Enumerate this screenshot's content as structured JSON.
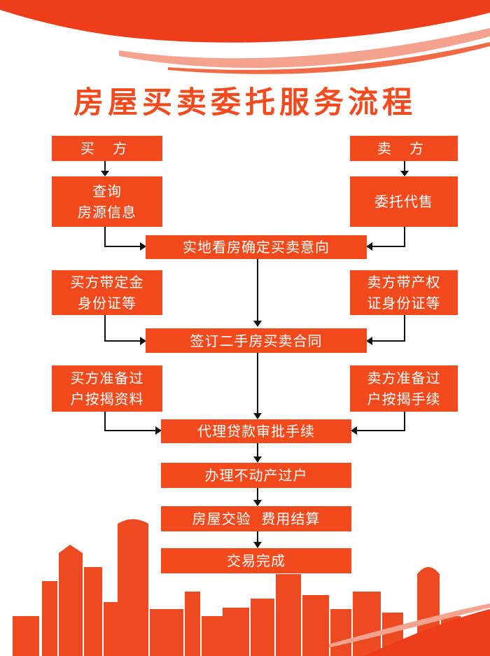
{
  "title": "房屋买卖委托服务流程",
  "buyer": "买 方",
  "seller": "卖 方",
  "buyer_step1": [
    "查询",
    "房源信息"
  ],
  "seller_step1": "委托代售",
  "view_house": "实地看房确定买卖意向",
  "buyer_step2": [
    "买方带定金",
    "身份证等"
  ],
  "seller_step2": [
    "卖方带产权",
    "证身份证等"
  ],
  "sign_contract": "签订二手房买卖合同",
  "buyer_step3": [
    "买方准备过",
    "户按揭资料"
  ],
  "seller_step3": [
    "卖方准备过",
    "户按揭手续"
  ],
  "loan_approval": "代理贷款审批手续",
  "transfer": "办理不动产过户",
  "inspection": "房屋交验  费用结算",
  "complete": "交易完成",
  "colors": {
    "accent": "#f2491d",
    "background": "#ffffff"
  }
}
